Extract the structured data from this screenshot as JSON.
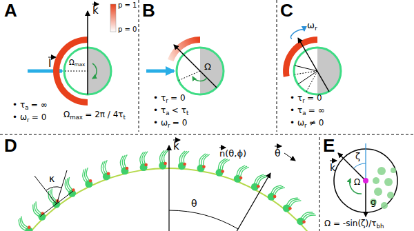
{
  "diagram": {
    "labels": [
      "A",
      "I",
      "k",
      "p = 1",
      "p = 0",
      "Ω",
      "max",
      "• τ",
      "a",
      "= ∞",
      "• ω",
      "r",
      "= 0",
      "Ω",
      "max",
      "= 2π / 4τ",
      "t",
      "B",
      "Ω",
      "• τ",
      "r",
      "= 0",
      "• τ",
      "a",
      "< τ",
      "t",
      "• ω",
      "r",
      "= 0",
      "C",
      "ω",
      "r",
      "• τ",
      "r",
      "= 0",
      "• τ",
      "a",
      "= ∞",
      "• ω",
      "r",
      "≠ 0",
      "D",
      "k",
      "θ",
      "n(θ,ϕ)",
      "κ",
      "θ",
      "E",
      "k",
      "ζ",
      "Ω",
      "g",
      "Ω = -sin(ζ)/τ",
      "bh"
    ]
  }
}
